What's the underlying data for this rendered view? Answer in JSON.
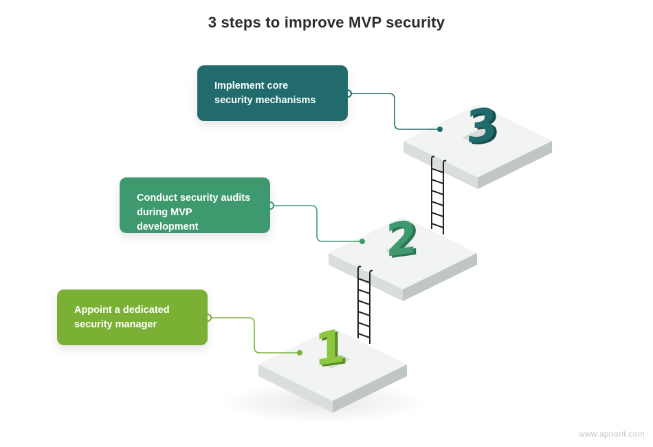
{
  "title": "3 steps to improve MVP security",
  "steps": [
    {
      "number": "1",
      "line1": "Appoint a dedicated",
      "line2": "security manager",
      "color": "#7ab135"
    },
    {
      "number": "2",
      "line1": "Conduct security audits",
      "line2": "during MVP development",
      "color": "#3e9a6e"
    },
    {
      "number": "3",
      "line1": "Implement core",
      "line2": "security mechanisms",
      "color": "#216b6c"
    }
  ],
  "watermark": "www.apriorit.com"
}
